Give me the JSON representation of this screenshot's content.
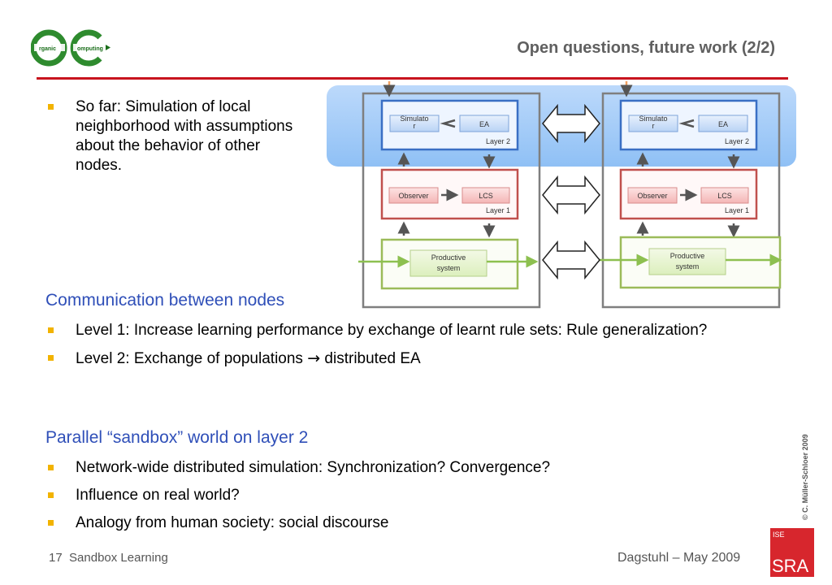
{
  "header": {
    "title": "Open questions, future work (2/2)",
    "logo": {
      "text_left": "rganic",
      "text_right": "omputing",
      "letters": "OC"
    }
  },
  "intro_bullets": [
    {
      "text": "So far: Simulation of local neighborhood with assumptions about the behavior of other nodes."
    }
  ],
  "sections": [
    {
      "heading": "Communication between nodes",
      "bullets": [
        {
          "text": "Level 1: Increase learning performance by exchange of learnt rule sets: Rule generalization?"
        },
        {
          "text_before": "Level 2: Exchange of populations ",
          "arrow": "→",
          "text_after": " distributed EA"
        }
      ]
    },
    {
      "heading": "Parallel “sandbox” world on layer 2",
      "bullets": [
        {
          "text": "Network-wide distributed simulation: Synchronization? Convergence?"
        },
        {
          "text": "Influence on real world?"
        },
        {
          "text": "Analogy from human society: social discourse"
        }
      ]
    }
  ],
  "diagram": {
    "nodes": [
      {
        "layer2": {
          "simulator": "Simulato r",
          "ea": "EA",
          "label": "Layer 2"
        },
        "layer1": {
          "observer": "Observer",
          "lcs": "LCS",
          "label": "Layer 1"
        },
        "productive": "Productive system"
      },
      {
        "layer2": {
          "simulator": "Simulato r",
          "ea": "EA",
          "label": "Layer 2"
        },
        "layer1": {
          "observer": "Observer",
          "lcs": "LCS",
          "label": "Layer 1"
        },
        "productive": "Productive system"
      }
    ]
  },
  "copyright": "© C. Müller-Schloer 2009",
  "footer": {
    "page_number": "17",
    "section_name": "Sandbox Learning",
    "event": "Dagstuhl – May 2009",
    "sra_top": "ISE",
    "sra_bottom": "SRA"
  },
  "colors": {
    "title": "#606060",
    "accent_red": "#c8141e",
    "bullet": "#f2b300",
    "section_heading": "#2f4fb8",
    "layer2": "#3a6fc4",
    "layer1": "#c0504d",
    "productive": "#9bbb59"
  }
}
